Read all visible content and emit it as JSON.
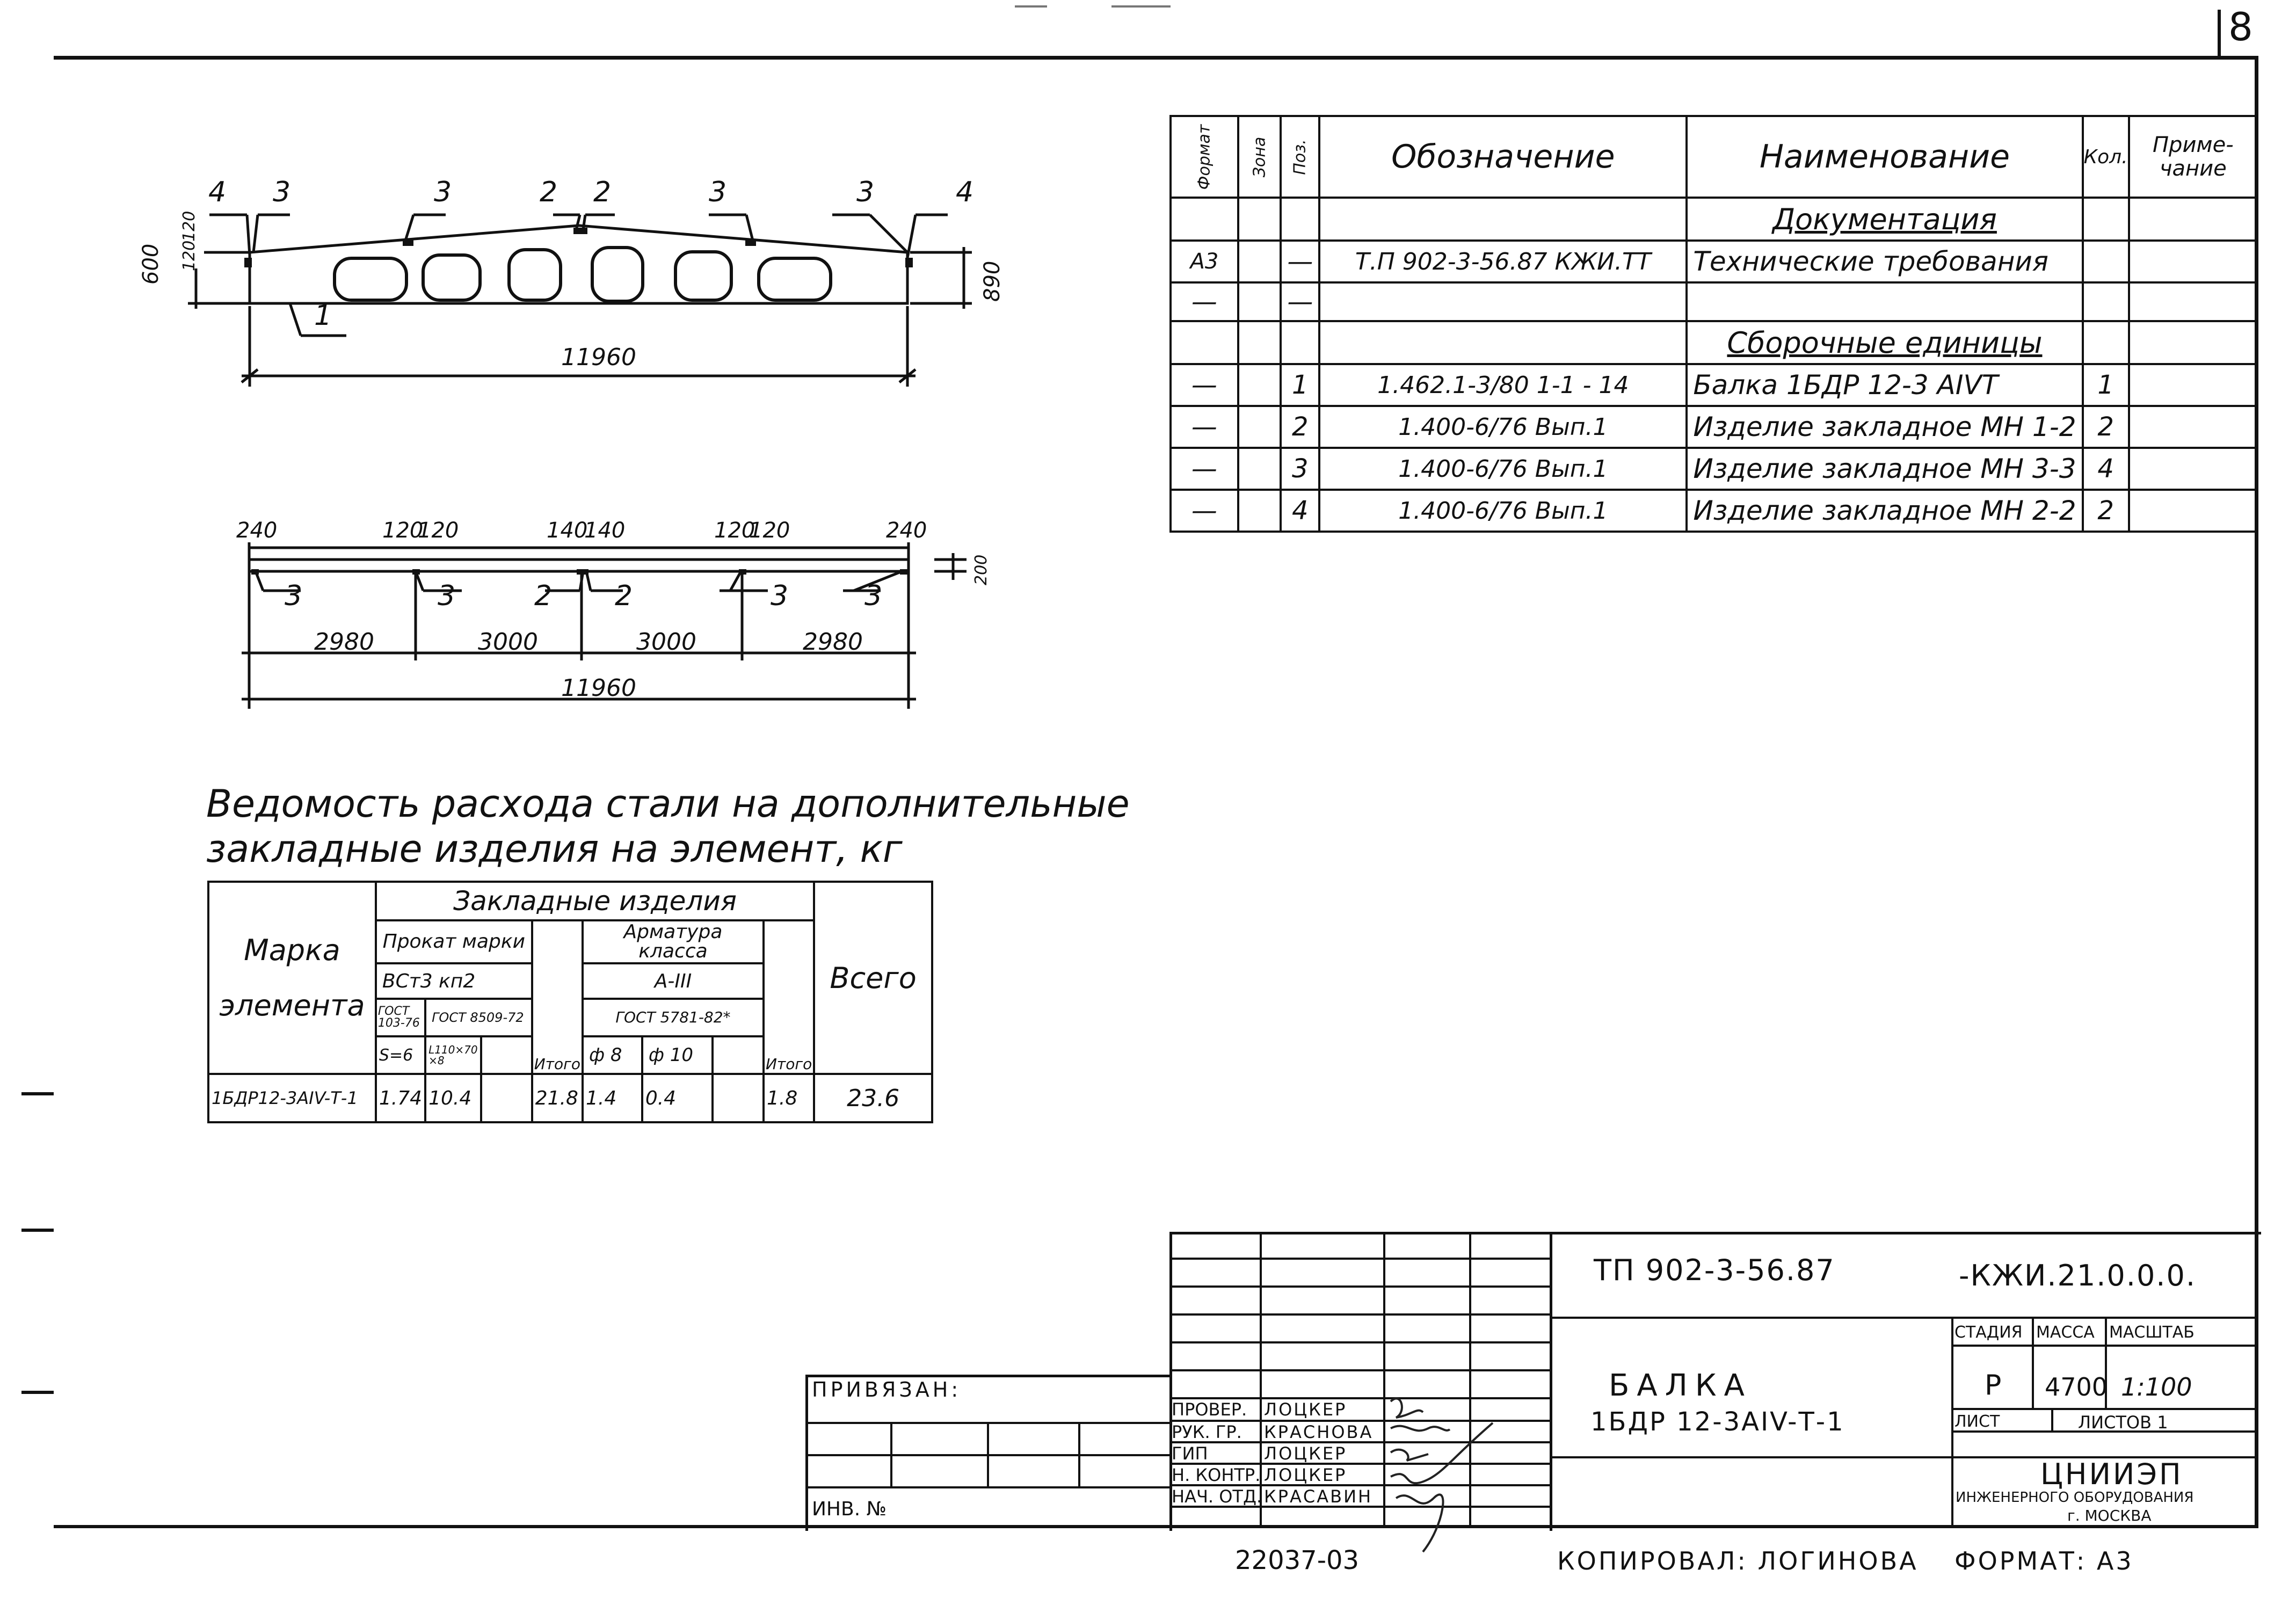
{
  "sheet_number": "8",
  "beam_elevation": {
    "callouts_top": [
      "4",
      "3",
      "3",
      "2",
      "2",
      "3",
      "3",
      "4"
    ],
    "callout_bottom": "1",
    "dims": {
      "left_height": "600",
      "left_a": "120",
      "left_b": "120",
      "right_height": "890",
      "length": "11960"
    }
  },
  "beam_plan": {
    "top_dims": [
      "240",
      "120",
      "120",
      "140",
      "140",
      "120",
      "120",
      "240"
    ],
    "callouts": [
      "3",
      "3",
      "2",
      "2",
      "3",
      "3"
    ],
    "side_dim": "200",
    "spans": [
      "2980",
      "3000",
      "3000",
      "2980"
    ],
    "total": "11960"
  },
  "spec_table": {
    "headers": {
      "format": "Формат",
      "zone": "Зона",
      "pos": "Поз.",
      "designation": "Обозначение",
      "name": "Наименование",
      "qty": "Кол.",
      "note": "Приме-чание"
    },
    "section_docs": "Документация",
    "doc_row": {
      "format": "А3",
      "pos": "—",
      "designation": "Т.П 902-3-56.87   КЖИ.ТТ",
      "name": "Технические требования"
    },
    "empty_row": {
      "format": "—",
      "pos": "—"
    },
    "section_units": "Сборочные единицы",
    "rows": [
      {
        "format": "—",
        "pos": "1",
        "designation": "1.462.1-3/80  1-1 - 14",
        "name": "Балка 1БДР 12-3 АIVТ",
        "qty": "1"
      },
      {
        "format": "—",
        "pos": "2",
        "designation": "1.400-6/76  Вып.1",
        "name": "Изделие закладное МН 1-2",
        "qty": "2"
      },
      {
        "format": "—",
        "pos": "3",
        "designation": "1.400-6/76  Вып.1",
        "name": "Изделие закладное МН 3-3",
        "qty": "4"
      },
      {
        "format": "—",
        "pos": "4",
        "designation": "1.400-6/76  Вып.1",
        "name": "Изделие закладное МН 2-2",
        "qty": "2"
      }
    ]
  },
  "steel_table": {
    "title_line1": "Ведомость расхода стали на дополнительные",
    "title_line2": "закладные изделия на элемент, кг",
    "h_mark_1": "Марка",
    "h_mark_2": "элемента",
    "h_embedded": "Закладные изделия",
    "h_rolled": "Прокат марки",
    "h_rebar": "Арматура класса",
    "h_total": "Всего",
    "h_grade": "ВСт3 кп2",
    "h_class": "А-III",
    "h_gost1": "ГОСТ 103-76",
    "h_gost2": "ГОСТ 8509-72",
    "h_gost3": "ГОСТ 5781-82*",
    "h_s6": "S=6",
    "h_angle": "L110×70 ×8",
    "h_itogo": "Итого",
    "h_d8": "ф 8",
    "h_d10": "ф 10",
    "h_itogo2": "Итого",
    "row": {
      "mark": "1БДР12-3АIV-Т-1",
      "s6": "1.74",
      "angle": "10.4",
      "itogo": "21.8",
      "d8": "1.4",
      "d10": "0.4",
      "itogo2": "1.8",
      "total": "23.6"
    }
  },
  "title_block": {
    "code_left": "ТП 902-3-56.87",
    "code_right": "-КЖИ.21.0.0.0.",
    "object_l1": "БАЛКА",
    "object_l2": "1БДР 12-3АIV-Т-1",
    "stage_h": "СТАДИЯ",
    "mass_h": "МАССА",
    "scale_h": "МАСШТАБ",
    "stage": "Р",
    "mass": "4700",
    "scale": "1:100",
    "sheet_h": "ЛИСТ",
    "sheets_h": "ЛИСТОВ 1",
    "org_l1": "ЦНИИЭП",
    "org_l2": "ИНЖЕНЕРНОГО ОБОРУДОВАНИЯ",
    "org_l3": "г. МОСКВА",
    "privyazan": "ПРИВЯЗАН:",
    "inv": "ИНВ. №",
    "signers": [
      {
        "role": "ПРОВЕР.",
        "name": "ЛОЦКЕР"
      },
      {
        "role": "РУК. ГР.",
        "name": "КРАСНОВА"
      },
      {
        "role": "ГИП",
        "name": "ЛОЦКЕР"
      },
      {
        "role": "Н. КОНТР.",
        "name": "ЛОЦКЕР"
      },
      {
        "role": "НАЧ. ОТД.",
        "name": "КРАСАВИН"
      }
    ],
    "number": "22037-03",
    "copied": "КОПИРОВАЛ: ЛОГИНОВА",
    "format": "ФОРМАТ: А3"
  }
}
